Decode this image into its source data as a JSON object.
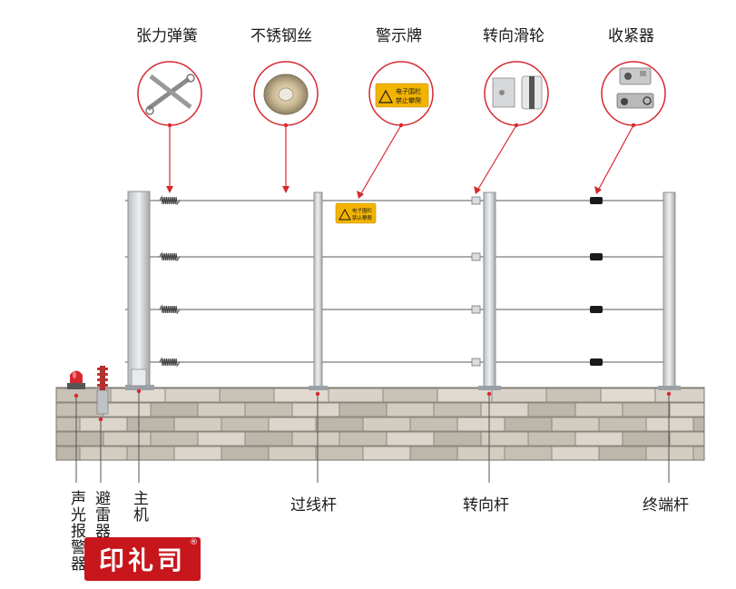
{
  "top_labels": {
    "tension_spring": "张力弹簧",
    "steel_wire": "不锈钢丝",
    "warning_sign": "警示牌",
    "pulley": "转向滑轮",
    "tightener": "收紧器"
  },
  "bottom_labels": {
    "alarm": "声光报警器",
    "arrester": "避雷器",
    "host": "主机",
    "pass_pole": "过线杆",
    "turn_pole": "转向杆",
    "end_pole": "终端杆"
  },
  "warning_sign_text": [
    "电子围栏",
    "禁止攀爬"
  ],
  "seal": {
    "text": "印礼司",
    "mark": "®"
  },
  "colors": {
    "leader": "#d7282f",
    "wire": "#555555",
    "warning_yellow": "#f2b400",
    "seal_red": "#c8161d",
    "brick": "#c8c2b8"
  }
}
